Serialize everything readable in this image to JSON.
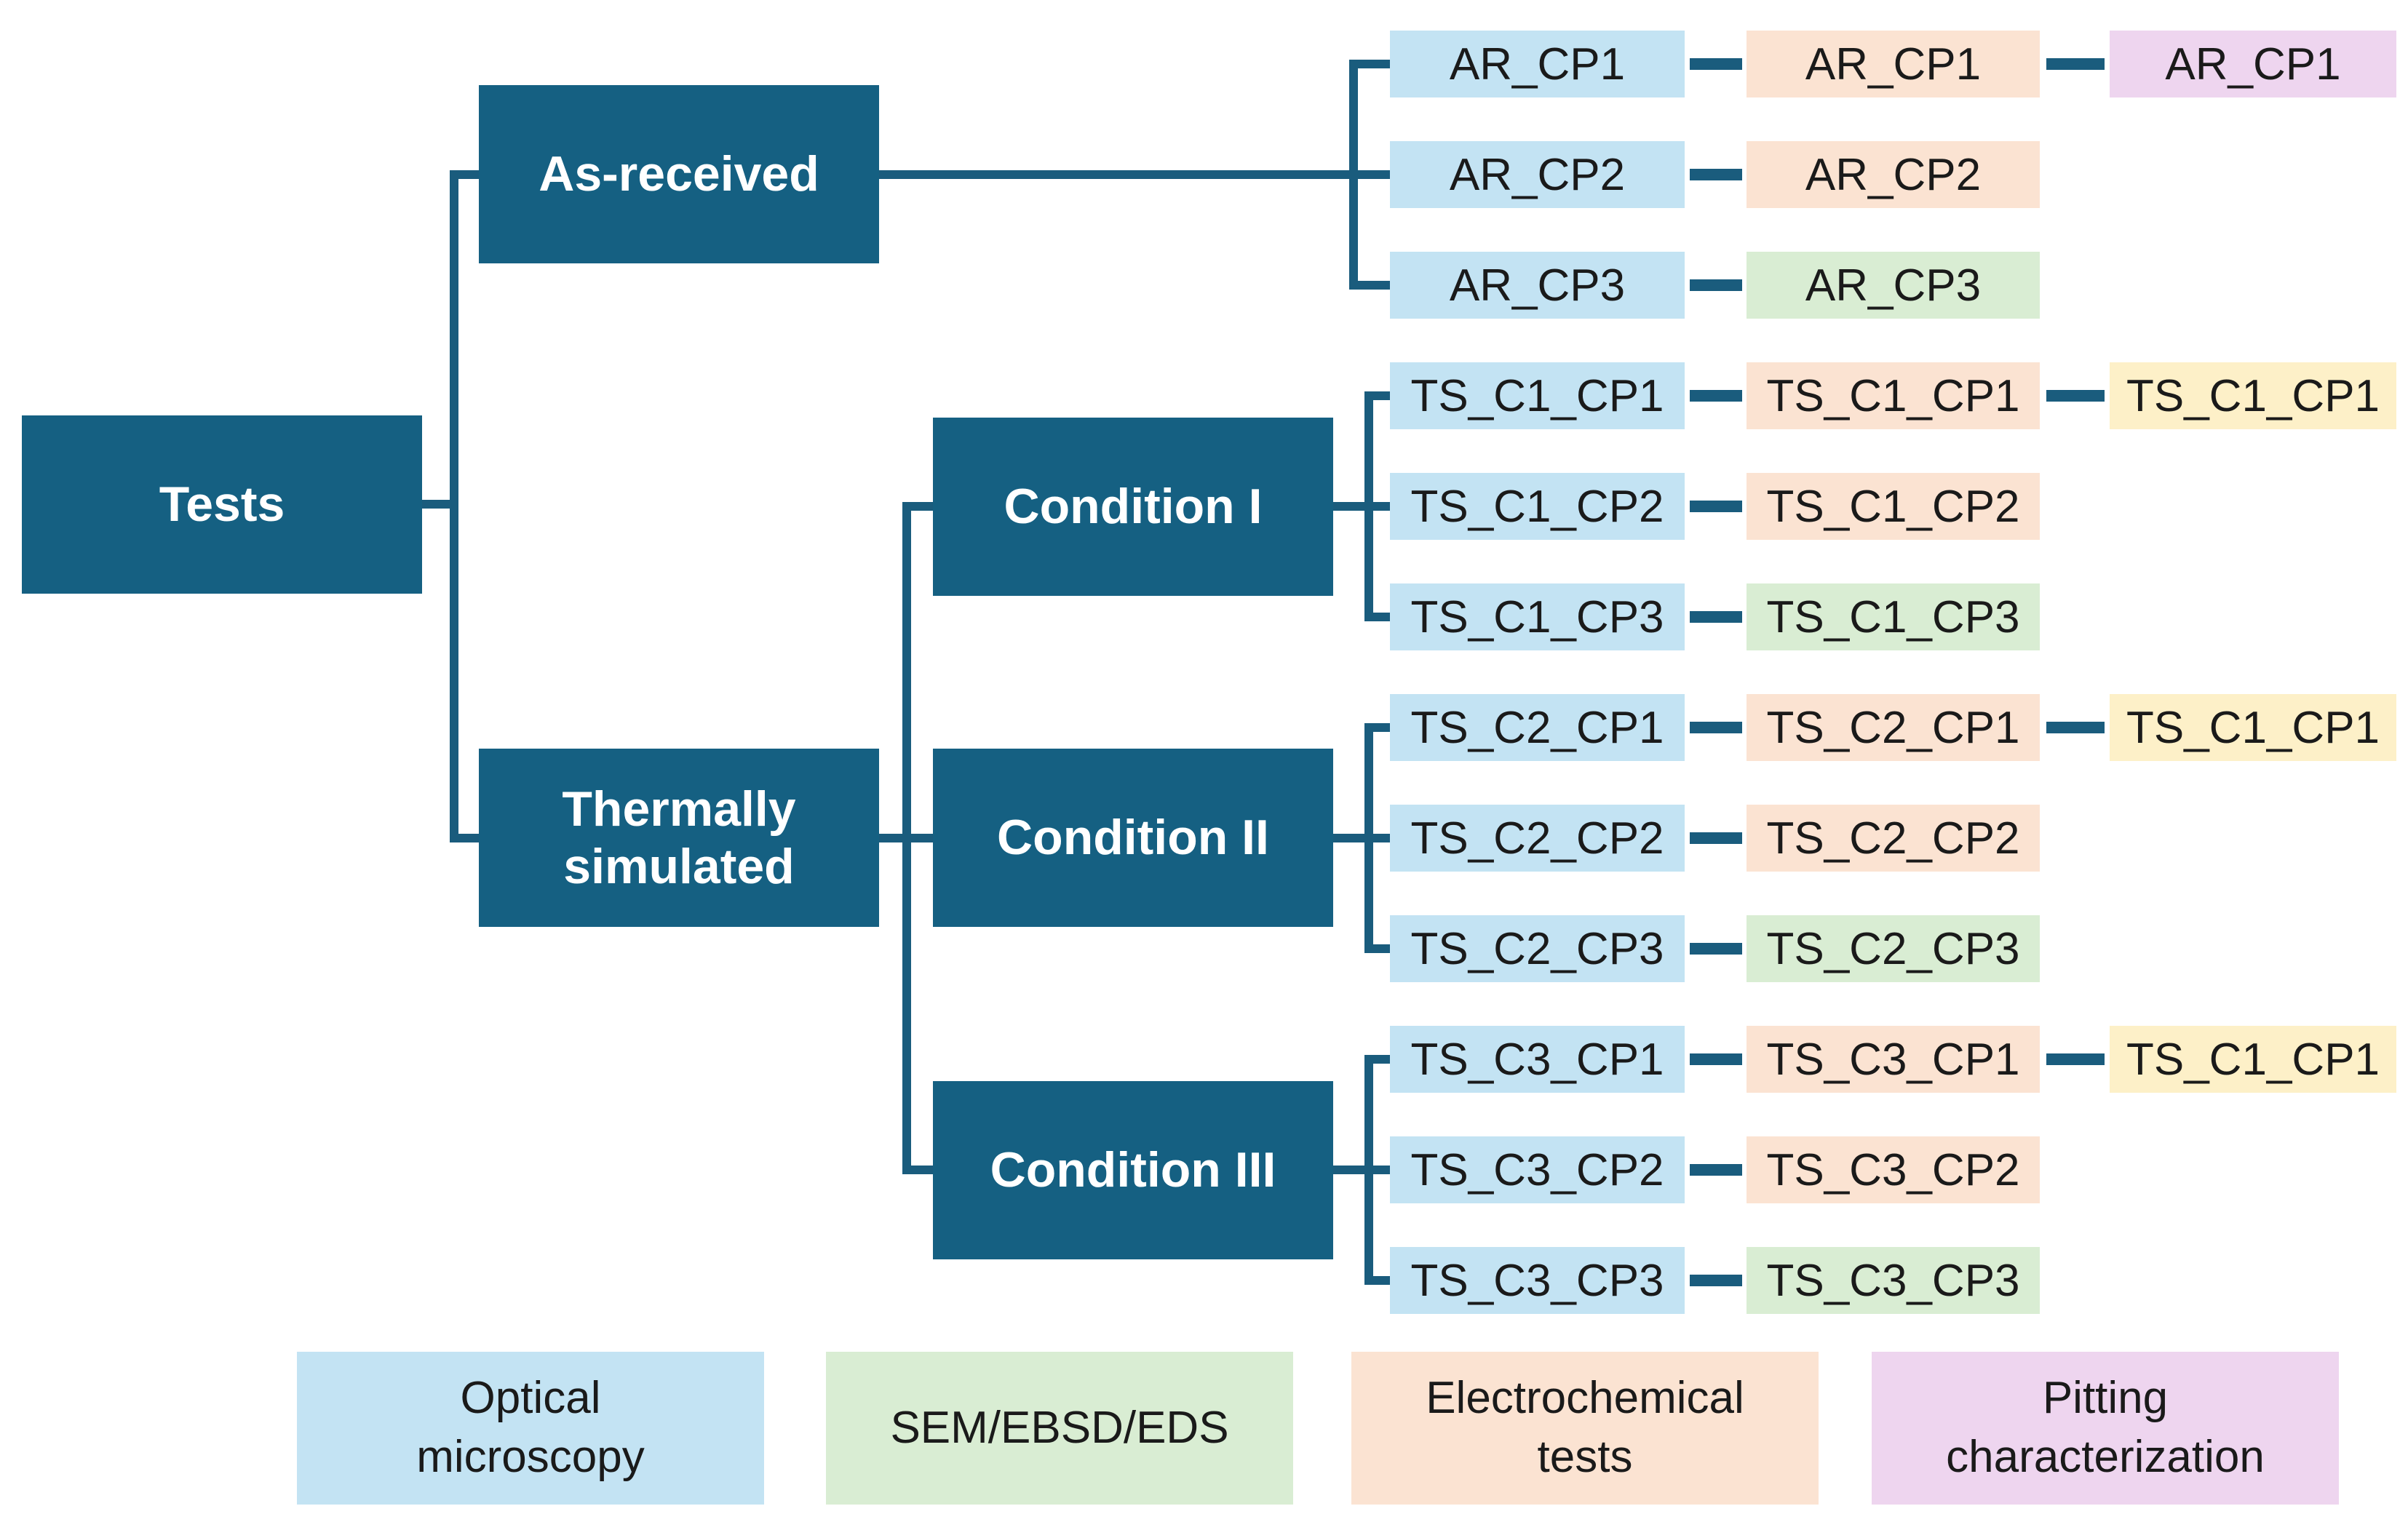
{
  "diagram": {
    "nodes": {
      "tests": "Tests",
      "as_received": "As-received",
      "thermally_simulated": "Thermally simulated",
      "condition_i": "Condition I",
      "condition_ii": "Condition II",
      "condition_iii": "Condition III"
    },
    "rows": [
      {
        "id": "ar-cp1",
        "cells": [
          {
            "text": "AR_CP1",
            "type": "optical"
          },
          {
            "text": "AR_CP1",
            "type": "electrochemical"
          },
          {
            "text": "AR_CP1",
            "type": "pitting"
          }
        ]
      },
      {
        "id": "ar-cp2",
        "cells": [
          {
            "text": "AR_CP2",
            "type": "optical"
          },
          {
            "text": "AR_CP2",
            "type": "electrochemical"
          }
        ]
      },
      {
        "id": "ar-cp3",
        "cells": [
          {
            "text": "AR_CP3",
            "type": "optical"
          },
          {
            "text": "AR_CP3",
            "type": "sem"
          }
        ]
      },
      {
        "id": "ts-c1-cp1",
        "cells": [
          {
            "text": "TS_C1_CP1",
            "type": "optical"
          },
          {
            "text": "TS_C1_CP1",
            "type": "electrochemical"
          },
          {
            "text": "TS_C1_CP1",
            "type": "gold"
          }
        ]
      },
      {
        "id": "ts-c1-cp2",
        "cells": [
          {
            "text": "TS_C1_CP2",
            "type": "optical"
          },
          {
            "text": "TS_C1_CP2",
            "type": "electrochemical"
          }
        ]
      },
      {
        "id": "ts-c1-cp3",
        "cells": [
          {
            "text": "TS_C1_CP3",
            "type": "optical"
          },
          {
            "text": "TS_C1_CP3",
            "type": "sem"
          }
        ]
      },
      {
        "id": "ts-c2-cp1",
        "cells": [
          {
            "text": "TS_C2_CP1",
            "type": "optical"
          },
          {
            "text": "TS_C2_CP1",
            "type": "electrochemical"
          },
          {
            "text": "TS_C1_CP1",
            "type": "gold"
          }
        ]
      },
      {
        "id": "ts-c2-cp2",
        "cells": [
          {
            "text": "TS_C2_CP2",
            "type": "optical"
          },
          {
            "text": "TS_C2_CP2",
            "type": "electrochemical"
          }
        ]
      },
      {
        "id": "ts-c2-cp3",
        "cells": [
          {
            "text": "TS_C2_CP3",
            "type": "optical"
          },
          {
            "text": "TS_C2_CP3",
            "type": "sem"
          }
        ]
      },
      {
        "id": "ts-c3-cp1",
        "cells": [
          {
            "text": "TS_C3_CP1",
            "type": "optical"
          },
          {
            "text": "TS_C3_CP1",
            "type": "electrochemical"
          },
          {
            "text": "TS_C1_CP1",
            "type": "gold"
          }
        ]
      },
      {
        "id": "ts-c3-cp2",
        "cells": [
          {
            "text": "TS_C3_CP2",
            "type": "optical"
          },
          {
            "text": "TS_C3_CP2",
            "type": "electrochemical"
          }
        ]
      },
      {
        "id": "ts-c3-cp3",
        "cells": [
          {
            "text": "TS_C3_CP3",
            "type": "optical"
          },
          {
            "text": "TS_C3_CP3",
            "type": "sem"
          }
        ]
      }
    ],
    "legend": [
      {
        "label": "Optical microscopy",
        "type": "optical"
      },
      {
        "label": "SEM/EBSD/EDS",
        "type": "sem"
      },
      {
        "label": "Electrochemical tests",
        "type": "electrochemical"
      },
      {
        "label": "Pitting characterization",
        "type": "pitting"
      }
    ],
    "colors": {
      "node_fill": "#156082",
      "node_text": "#FFFFFF",
      "optical": "#C3E3F3",
      "sem": "#D9EDD3",
      "electrochemical": "#FBE3D2",
      "pitting": "#EED5EF",
      "gold": "#FDF0C8",
      "connector": "#1A5C7D",
      "leaf_text": "#1A1A1A",
      "background": "#FFFFFF"
    }
  }
}
